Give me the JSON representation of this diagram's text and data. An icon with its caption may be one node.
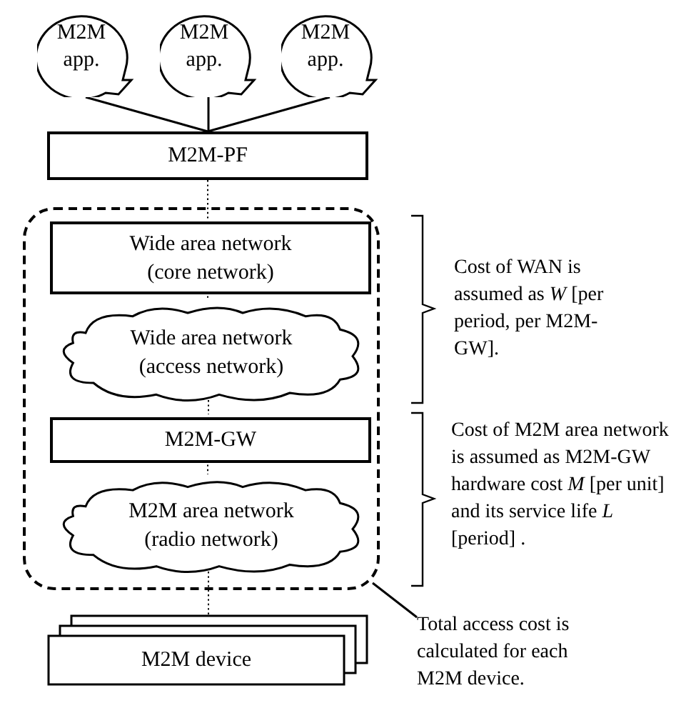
{
  "diagram": {
    "nodes": [
      {
        "text": [
          "M2M app."
        ]
      },
      {
        "text": [
          "M2M app."
        ]
      },
      {
        "text": [
          "M2M app."
        ]
      },
      {
        "text": [
          "M2M-PF"
        ]
      },
      {
        "text": [],
        "shape": "box"
      },
      {
        "text": [
          "Wide area network (core network)"
        ],
        "in": 4
      },
      {
        "text": [
          "Wide area network (access network)"
        ],
        "in": 4
      },
      {
        "text": [
          "M2M-GW"
        ],
        "in": 4
      },
      {
        "text": [
          "M2M area network (radio network)"
        ],
        "in": 4
      },
      {
        "text": [
          "M2M device"
        ]
      },
      {
        "text": [
          "Total access cost is calculated for each M2M device."
        ]
      }
    ],
    "edges": [
      {
        "from": 0,
        "to": 3,
        "arrow": "none"
      },
      {
        "from": 1,
        "to": 3,
        "arrow": "none"
      },
      {
        "from": 2,
        "to": 3,
        "arrow": "none"
      },
      {
        "from": 3,
        "to": 5,
        "arrow": "none",
        "style": "dashed"
      },
      {
        "from": 5,
        "to": 6,
        "arrow": "none",
        "style": "dashed"
      },
      {
        "from": 6,
        "to": 7,
        "arrow": "none",
        "style": "dashed"
      },
      {
        "from": 7,
        "to": 8,
        "arrow": "none",
        "style": "dashed"
      },
      {
        "from": 8,
        "to": 9,
        "arrow": "none",
        "style": "dashed"
      },
      {
        "from": 10,
        "to": 4,
        "arrow": "none"
      }
    ],
    "labels": [
      "Cost of WAN is assumed as *W* [per period, per M2M-GW].",
      "Cost of M2M area network is assumed as M2M-GW hardware cost *M* [per unit] and its service life *L* [period] ."
    ]
  }
}
